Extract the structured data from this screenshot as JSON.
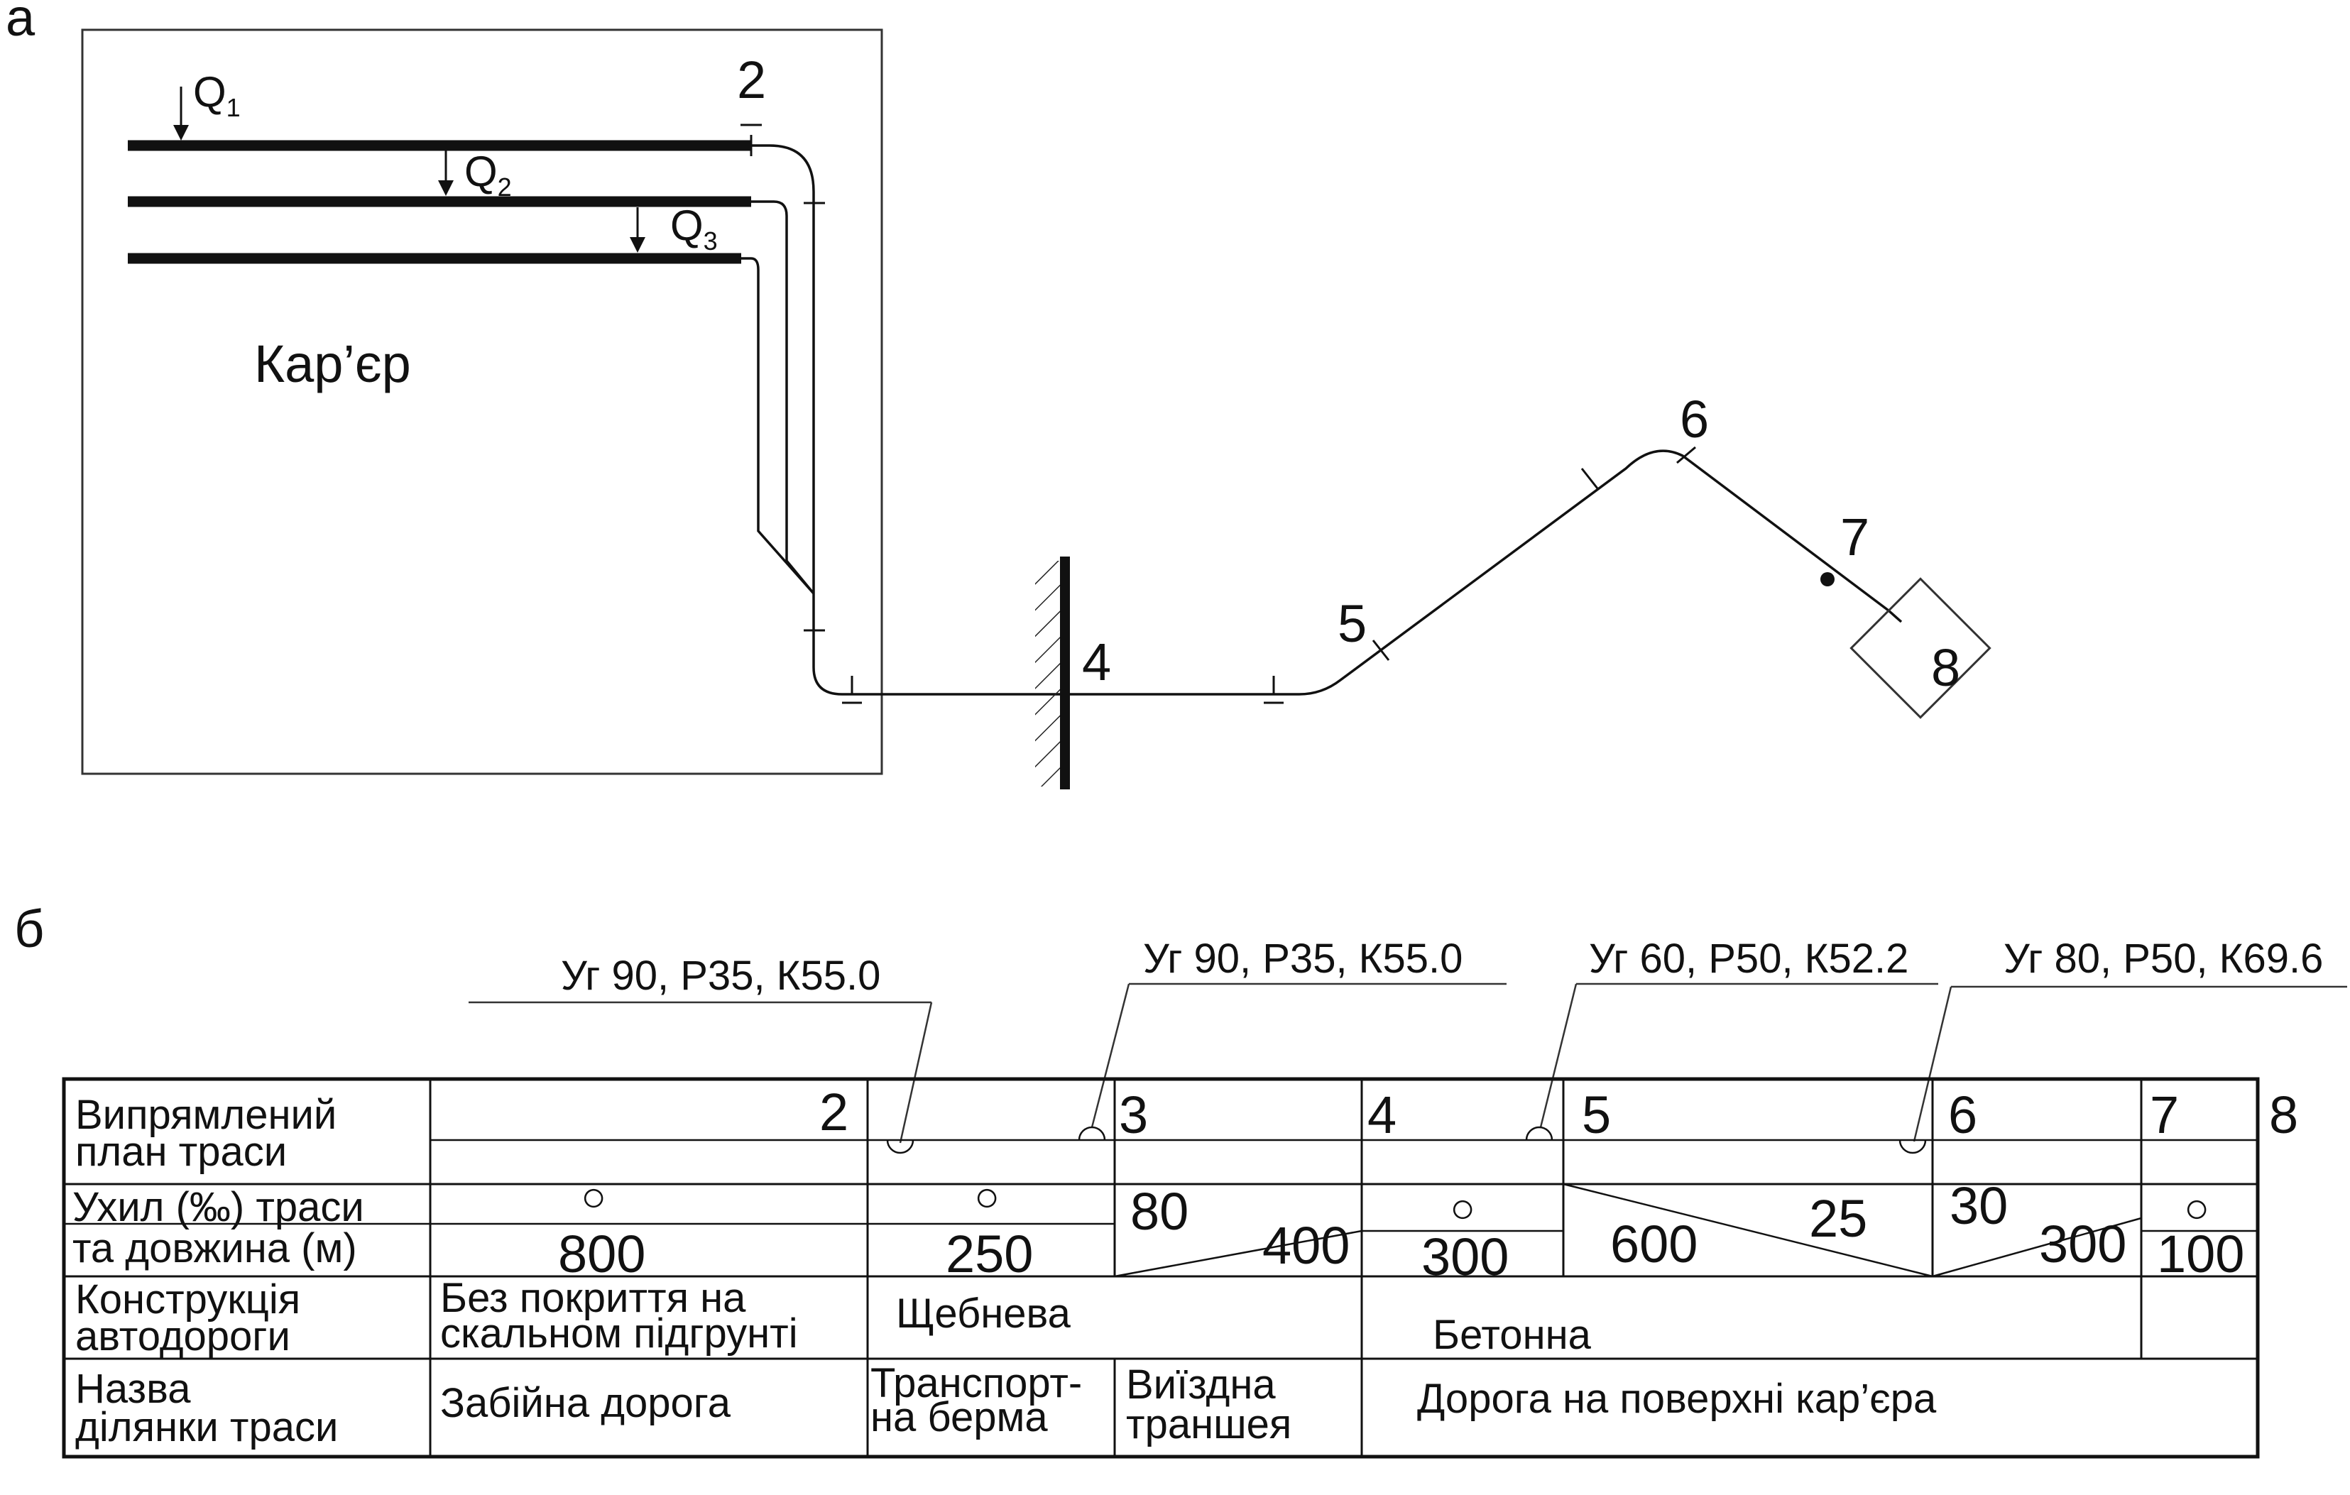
{
  "part_a": {
    "label": "а",
    "pit_label": "Кар’єр",
    "flows": [
      {
        "letter": "Q",
        "index": "1"
      },
      {
        "letter": "Q",
        "index": "2"
      },
      {
        "letter": "Q",
        "index": "3"
      }
    ],
    "points": [
      "2",
      "4",
      "5",
      "6",
      "7",
      "8"
    ]
  },
  "part_b": {
    "label": "б",
    "curves": [
      "Уг 90, Р35, К55.0",
      "Уг 90, Р35, К55.0",
      "Уг 60, Р50, К52.2",
      "Уг 80, Р50, К69.6"
    ],
    "row_headers": [
      {
        "line1": "Випрямлений",
        "line2": "план траси"
      },
      {
        "line1": "Ухил (‰)  траси",
        "line2": "та довжина (м)"
      },
      {
        "line1": "Конструкція",
        "line2": "автодороги"
      },
      {
        "line1": "Назва",
        "line2": "ділянки траси"
      }
    ],
    "plan_points": [
      "2",
      "3",
      "4",
      "5",
      "6",
      "7",
      "8"
    ],
    "slope_zero": "○",
    "lengths": {
      "s1": "800",
      "s2": "250",
      "s3_slope": "80",
      "s3_len": "400",
      "s4": "300",
      "s5_len": "600",
      "s5_slope": "25",
      "s6_slope": "30",
      "s6_len": "300",
      "s7": "100"
    },
    "construction": [
      {
        "line1": "Без покриття на",
        "line2": "скальном підгрунті"
      },
      {
        "line1": "Щебнева"
      },
      {
        "line1": "Бетонна"
      }
    ],
    "section_names": [
      {
        "line1": "Забійна дорога"
      },
      {
        "line1": "Транспорт-",
        "line2": "на берма"
      },
      {
        "line1": "Виїздна",
        "line2": "траншея"
      },
      {
        "line1": "Дорога на поверхні кар’єра"
      }
    ]
  }
}
